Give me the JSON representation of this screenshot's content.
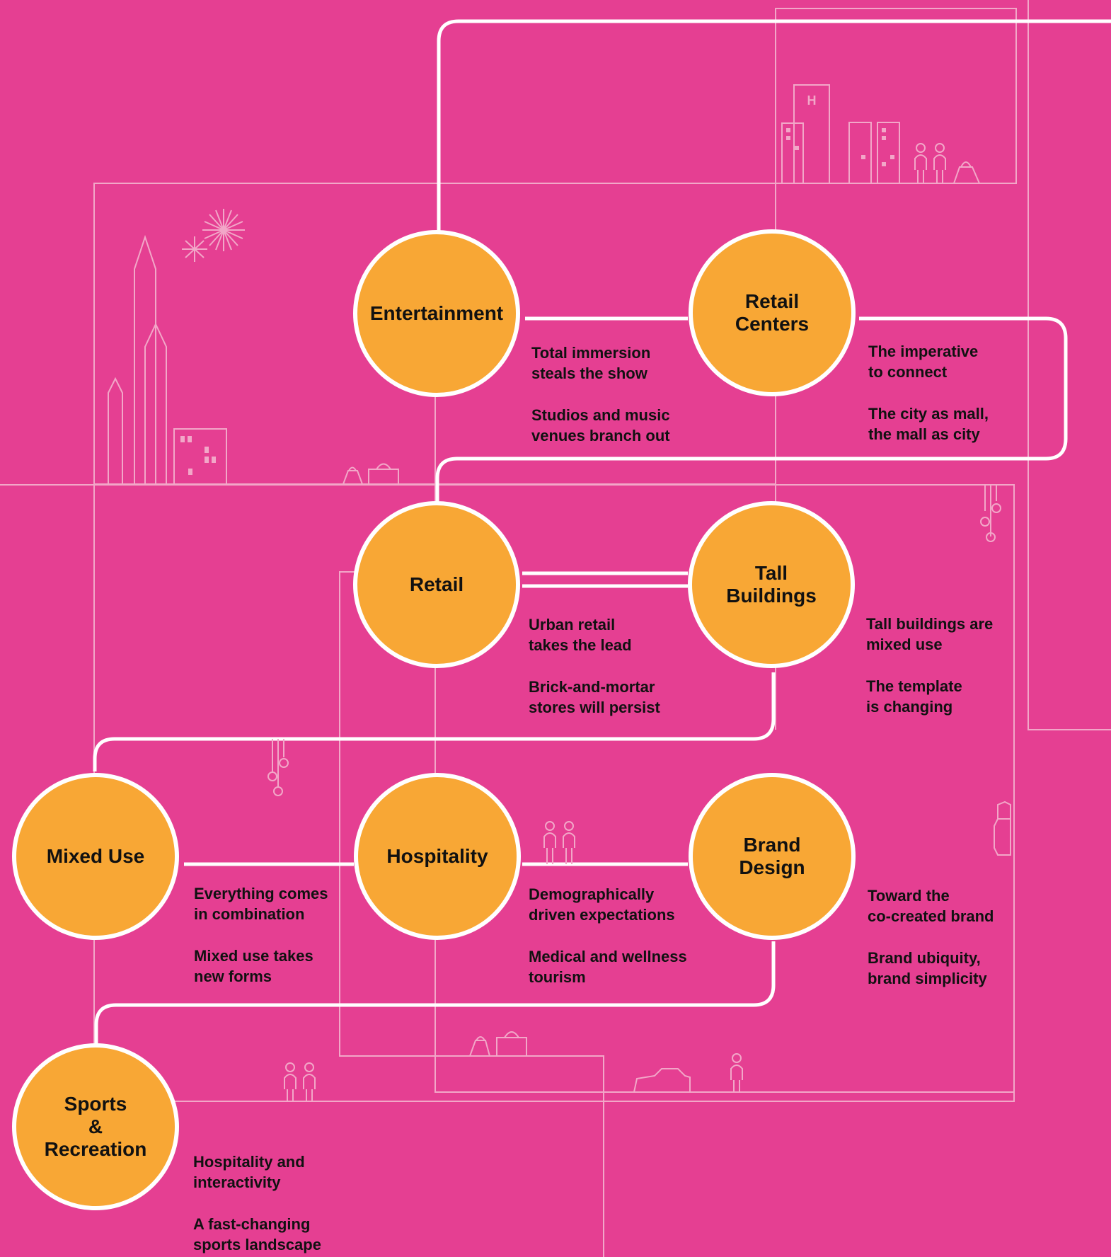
{
  "colors": {
    "background": "#E53F92",
    "node_fill": "#F8A735",
    "node_border": "#FFFFFF",
    "thin_line": "#F2A7C8",
    "text": "#111111"
  },
  "nodes": [
    {
      "label": "Entertainment",
      "desc1": "Total immersion\nsteals the show",
      "desc2": "Studios and music\nvenues branch out"
    },
    {
      "label": "Retail\nCenters",
      "desc1": "The imperative\nto connect",
      "desc2": "The city as mall,\nthe mall as city"
    },
    {
      "label": "Retail",
      "desc1": "Urban retail\ntakes the lead",
      "desc2": "Brick-and-mortar\nstores will persist"
    },
    {
      "label": "Tall\nBuildings",
      "desc1": "Tall buildings are\nmixed use",
      "desc2": "The template\nis changing"
    },
    {
      "label": "Mixed Use",
      "desc1": "Everything comes\nin combination",
      "desc2": "Mixed use takes\nnew forms"
    },
    {
      "label": "Hospitality",
      "desc1": "Demographically\ndriven expectations",
      "desc2": "Medical and wellness\ntourism"
    },
    {
      "label": "Brand\nDesign",
      "desc1": "Toward the\nco-created brand",
      "desc2": "Brand ubiquity,\nbrand simplicity"
    },
    {
      "label": "Sports\n&\nRecreation",
      "desc1": "Hospitality and\ninteractivity",
      "desc2": "A fast-changing\nsports landscape"
    }
  ],
  "illustration": {
    "hotel_sign": "H",
    "icons": [
      "building-icon",
      "fireworks-icon",
      "skyscraper-icon",
      "shopping-bag-icon",
      "people-icon",
      "car-icon",
      "lamp-icon"
    ]
  }
}
